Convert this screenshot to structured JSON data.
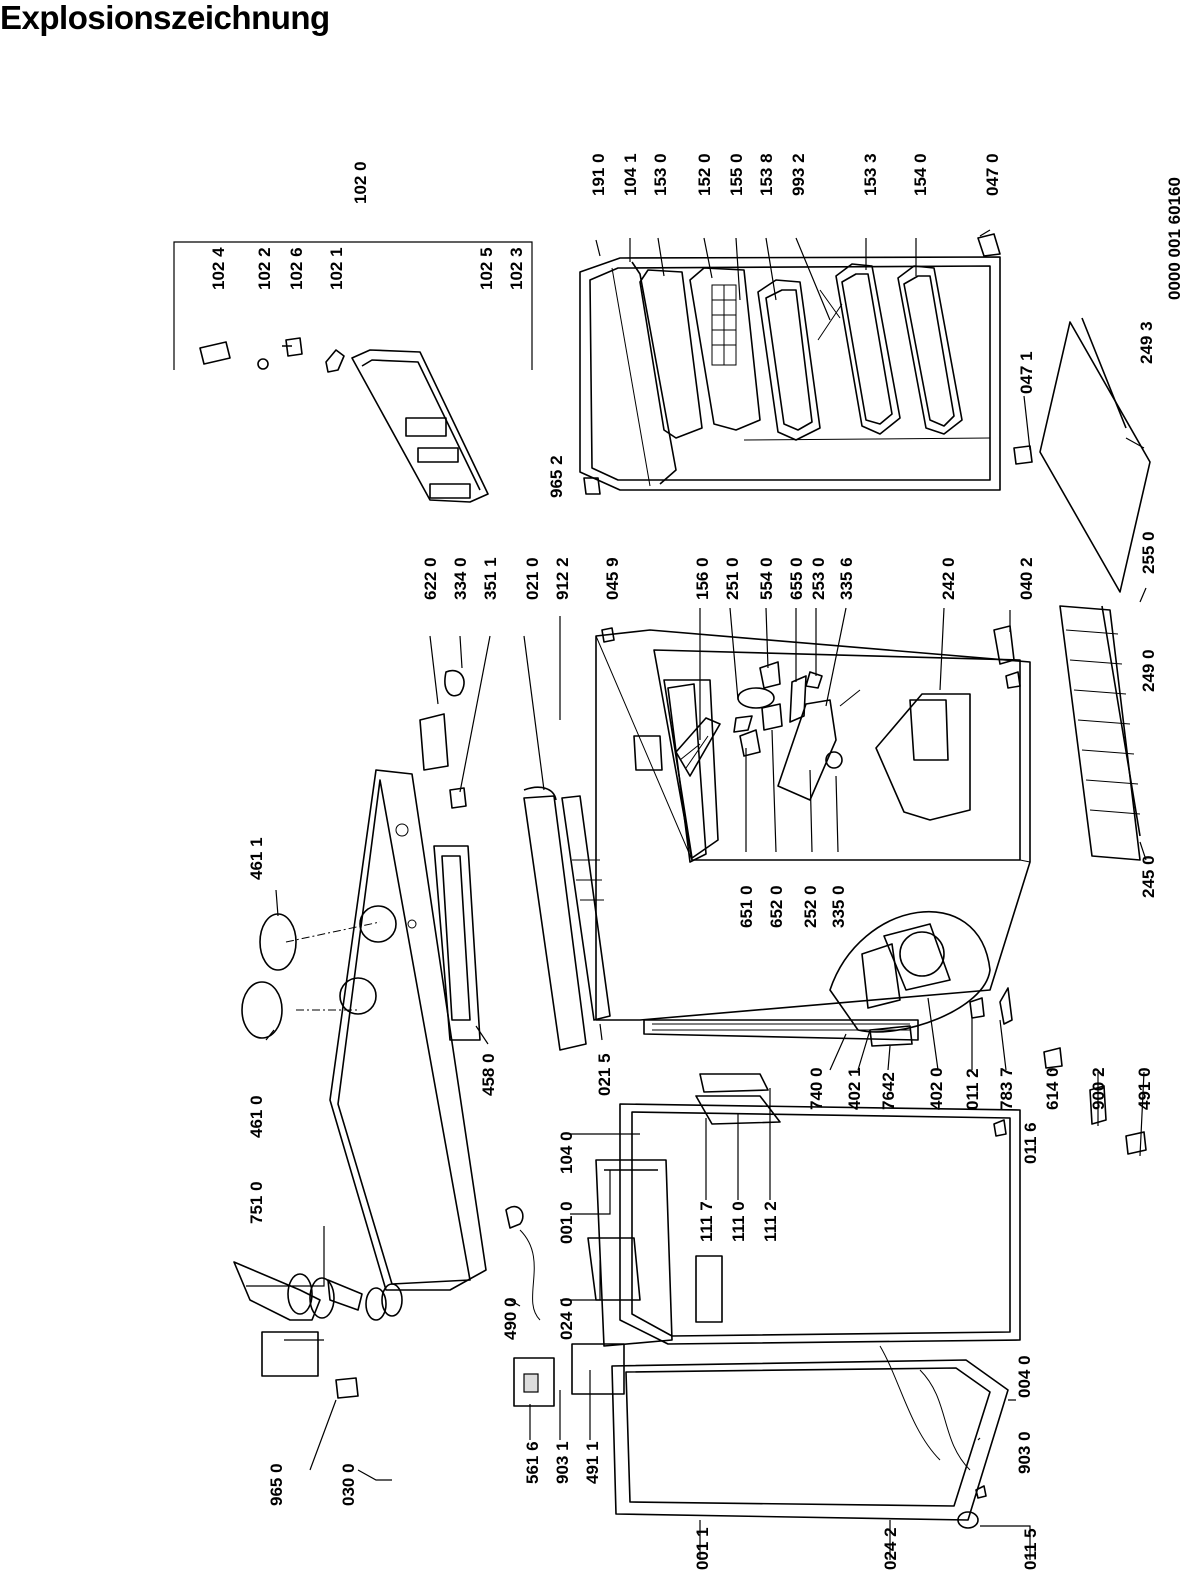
{
  "title": "Explosionszeichnung",
  "drawing_number": "0000 001 60160",
  "part_labels": [
    "102 0",
    "102 4",
    "102 2",
    "102 6",
    "102 1",
    "102 5",
    "102 3",
    "191 0",
    "104 1",
    "153 0",
    "152 0",
    "155 0",
    "153 8",
    "993 2",
    "153 3",
    "154 0",
    "047 0",
    "965 2",
    "047 1",
    "249 3",
    "255 0",
    "249 0",
    "245 0",
    "622 0",
    "334 0",
    "351 1",
    "021 0",
    "912 2",
    "045 9",
    "156 0",
    "251 0",
    "554 0",
    "655 0",
    "253 0",
    "335 6",
    "242 0",
    "040 2",
    "461 1",
    "461 0",
    "458 0",
    "021 5",
    "651 0",
    "652 0",
    "252 0",
    "335 0",
    "740 0",
    "402 1",
    "7642",
    "402 0",
    "011 2",
    "783 7",
    "614 0",
    "900 2",
    "491 0",
    "104 0",
    "111 7",
    "111 0",
    "111 2",
    "011 6",
    "751 0",
    "001 0",
    "490 0",
    "024 0",
    "004 0",
    "903 0",
    "965 0",
    "030 0",
    "561 6",
    "903 1",
    "491 1",
    "001 1",
    "024 2",
    "011 5"
  ],
  "colors": {
    "ink": "#000000",
    "paper": "#ffffff"
  }
}
